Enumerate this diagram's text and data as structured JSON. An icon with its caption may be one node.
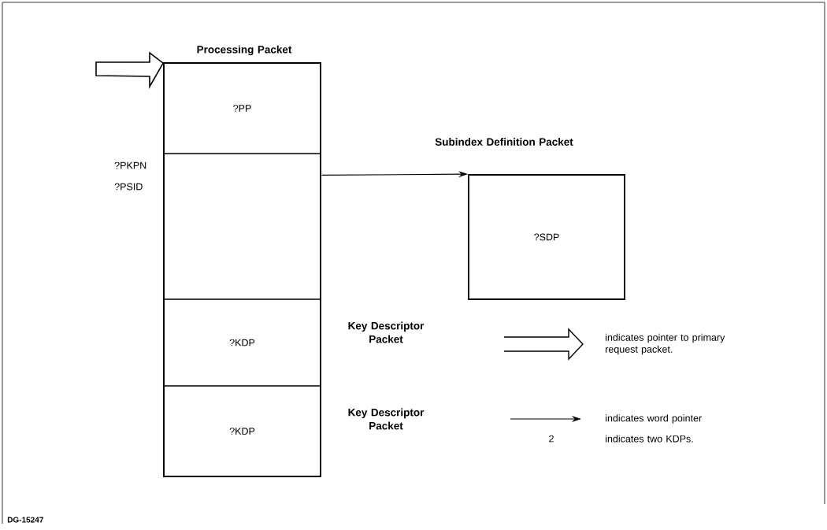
{
  "diagram": {
    "nodes": [
      {
        "text": [
          "Processing Packet"
        ]
      },
      {
        "text": [
          "?PP"
        ],
        "in": 0
      },
      {
        "text": [],
        "shape": "box",
        "in": 0
      },
      {
        "text": [
          "?KDP",
          "Key Descriptor Packet"
        ],
        "in": 0
      },
      {
        "text": [
          "?KDP",
          "Key Descriptor Packet"
        ],
        "in": 0
      },
      {
        "text": [
          "Subindex Definition Packet",
          "?SDP"
        ]
      }
    ],
    "edges": [
      {
        "from": null,
        "to": 0,
        "arrow": "to",
        "style": "thick"
      },
      {
        "from": 2,
        "to": 5,
        "arrow": "to"
      }
    ],
    "labels": [
      "?PKPN",
      "?PSID",
      "2",
      "DG-15247"
    ],
    "legend": [
      {
        "text": "indicates pointer to primary request packet."
      },
      {
        "text": "indicates word pointer"
      },
      {
        "text": "indicates two KDPs."
      }
    ]
  }
}
